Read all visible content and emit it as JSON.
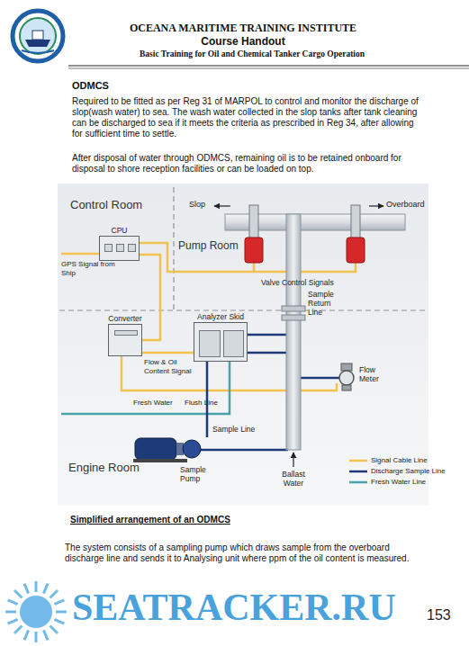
{
  "diagram": {
    "title": "ODMCS",
    "caption": "Simplified arrangement of an ODMCS",
    "nodes": [
      {
        "text": [
          "CPU"
        ]
      },
      {
        "text": [
          "Converter"
        ]
      },
      {
        "text": [
          "Analyzer Skid"
        ]
      }
    ],
    "edges": [
      {
        "from": 0,
        "to": 1,
        "arrow": "none"
      },
      {
        "from": 1,
        "to": 2,
        "arrow": "none"
      }
    ],
    "labels": [
      "OCEANA MARITIME TRAINING INSTITUTE",
      "Course Handout",
      "Basic Training for Oil and Chemical Tanker Cargo Operation",
      "Required to be fitted as per Reg 31 of MARPOL to control and monitor the discharge of slop(wash water) to sea. The wash water collected in the slop tanks after tank cleaning can be discharged to sea if it meets the criteria as prescribed in Reg 34, after allowing for sufficient time to settle.",
      "After disposal of water through ODMCS, remaining oil is to be retained onboard for disposal to shore reception facilities or can be loaded on top.",
      "Control Room",
      "Pump Room",
      "Engine Room",
      "Slop",
      "Overboard",
      "GPS Signal from Ship",
      "Valve Control Signals",
      "Flow & Oil Content Signal",
      "Fresh Water",
      "Flush Line",
      "Sample Line",
      "Sample Pump",
      "Sample Return Line",
      "Flow Meter",
      "Ballast Water",
      "The system consists of a sampling pump which draws sample from the overboard discharge line and sends it to Analysing unit where ppm of the oil content is measured.",
      "SEATRACKER.RU",
      "153"
    ],
    "legend": [
      {
        "text": "Signal Cable Line"
      },
      {
        "text": "Discharge Sample Line"
      },
      {
        "text": "Fresh Water Line"
      }
    ]
  }
}
